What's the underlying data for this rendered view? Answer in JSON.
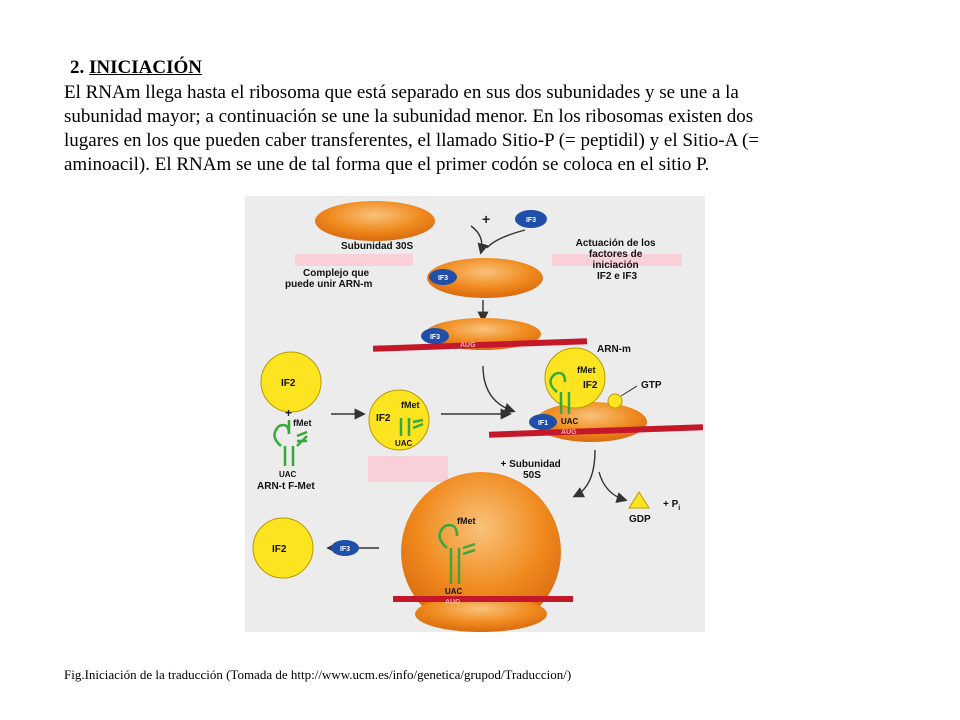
{
  "section": {
    "number": "2.",
    "title": "INICIACIÓN"
  },
  "paragraph": [
    "El RNAm llega hasta el ribosoma que está separado en sus dos subunidades y se une a la",
    "subunidad mayor; a continuación se une la subunidad menor. En los ribosomas existen dos",
    "lugares en los que pueden caber transferentes, el llamado Sitio-P (= peptidil) y el Sitio-A (=",
    "aminoacil). El RNAm se une de tal forma que el primer codón se coloca en el sitio P."
  ],
  "diagram": {
    "subunidad_30s": "Subunidad 30S",
    "plus": "+",
    "if3": "IF3",
    "if2": "IF2",
    "if1": "IF1",
    "actuacion": [
      "Actuación de los",
      "factores de",
      "iniciación",
      "IF2 e IF3"
    ],
    "complejo": [
      "Complejo que",
      "puede unir ARN-m"
    ],
    "arn_m": "ARN-m",
    "aug": "AUG",
    "uac": "UAC",
    "fmet": "fMet",
    "gtp": "GTP",
    "arn_t": "ARN-t F-Met",
    "subunidad_50s": [
      "+ Subunidad",
      "50S"
    ],
    "gdp": "GDP",
    "pi": "+ P",
    "pi_sub": "i",
    "colors": {
      "ribosome": "#f08a1e",
      "ribosome_light": "#f7b85a",
      "mrna": "#c4182a",
      "if3": "#1f4fa8",
      "if2": "#fce420",
      "trna": "#39a83a",
      "pink_label": "#f9cfd8"
    }
  },
  "caption": "Fig.Iniciación de la traducción (Tomada de http://www.ucm.es/info/genetica/grupod/Traduccion/)"
}
